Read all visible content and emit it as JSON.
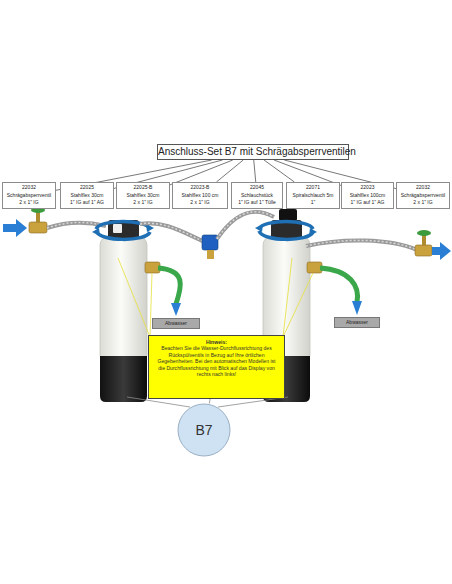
{
  "diagram": {
    "nodes": [
      {
        "text": [
          "Anschluss-Set B7 mit Schrägabsperrventilen"
        ]
      },
      {
        "text": [
          "22032",
          "Schrägabsperrventil",
          "2 x 1\" IG"
        ]
      },
      {
        "text": [
          "22025",
          "Stahlflex 30cm",
          "1\" IG auf 1\" AG"
        ]
      },
      {
        "text": [
          "22025-B",
          "Stahlflex 30cm",
          "2 x 1\" IG"
        ]
      },
      {
        "text": [
          "22023-B",
          "Stahlflex 100 cm",
          "2 x 1\" IG"
        ]
      },
      {
        "text": [
          "22045",
          "Schlauchstück",
          "1\" IG auf 1\" Tülle"
        ]
      },
      {
        "text": [
          "22071",
          "Spiralschlauch 5m",
          "1\""
        ]
      },
      {
        "text": [
          "22023",
          "Stahlflex 100cm",
          "1\" IG auf 1\" AG"
        ]
      },
      {
        "text": [
          "22032",
          "Schrägabsperrventil",
          "2 x 1\" IG"
        ]
      },
      {
        "text": [
          "Abwasser"
        ]
      },
      {
        "text": [
          "Abwasser"
        ]
      },
      {
        "text": [
          "Hinweis:",
          "Beachten Sie die Wasser-Durchflussrichtung des Rückspülventils in Bezug auf Ihre örtlichen Gegebenheiten. Bei den automatischen Modellen ist die Durchflussrichtung mit Blick auf das Display von rechts nach links!"
        ]
      },
      {
        "text": [
          "B7"
        ]
      }
    ],
    "edges": [
      {
        "from": 0,
        "to": 1,
        "arrow": "none"
      },
      {
        "from": 0,
        "to": 2,
        "arrow": "none"
      },
      {
        "from": 0,
        "to": 3,
        "arrow": "none"
      },
      {
        "from": 0,
        "to": 4,
        "arrow": "none"
      },
      {
        "from": 0,
        "to": 5,
        "arrow": "none"
      },
      {
        "from": 0,
        "to": 6,
        "arrow": "none"
      },
      {
        "from": 0,
        "to": 7,
        "arrow": "none"
      },
      {
        "from": 0,
        "to": 8,
        "arrow": "none"
      },
      {
        "from": 12,
        "to": 11,
        "arrow": "none"
      }
    ]
  }
}
